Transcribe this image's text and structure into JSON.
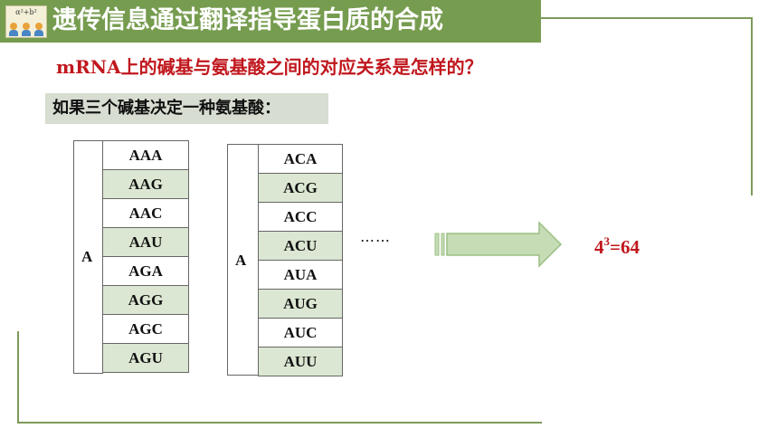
{
  "title": "遗传信息通过翻译指导蛋白质的合成",
  "logo_formula": "α²+b²",
  "question": "mRNA上的碱基与氨基酸之间的对应关系是怎样的？",
  "premise": "如果三个碱基决定一种氨基酸：",
  "table1": {
    "first_base": "A",
    "codons": [
      "AAA",
      "AAG",
      "AAC",
      "AAU",
      "AGA",
      "AGG",
      "AGC",
      "AGU"
    ]
  },
  "table2": {
    "first_base": "A",
    "codons": [
      "ACA",
      "ACG",
      "ACC",
      "ACU",
      "AUA",
      "AUG",
      "AUC",
      "AUU"
    ]
  },
  "ellipsis": "……",
  "result": {
    "base": "4",
    "exponent": "3",
    "rest": "=64"
  },
  "colors": {
    "title_bar": "#769c4f",
    "accent_red": "#c0171d",
    "row_green": "#dbe7d2",
    "premise_bg": "#d7ddd1",
    "arrow_fill": "#c5dcb5"
  },
  "icons": {
    "arrow": "right-arrow-icon",
    "logo": "students-logo-icon"
  }
}
